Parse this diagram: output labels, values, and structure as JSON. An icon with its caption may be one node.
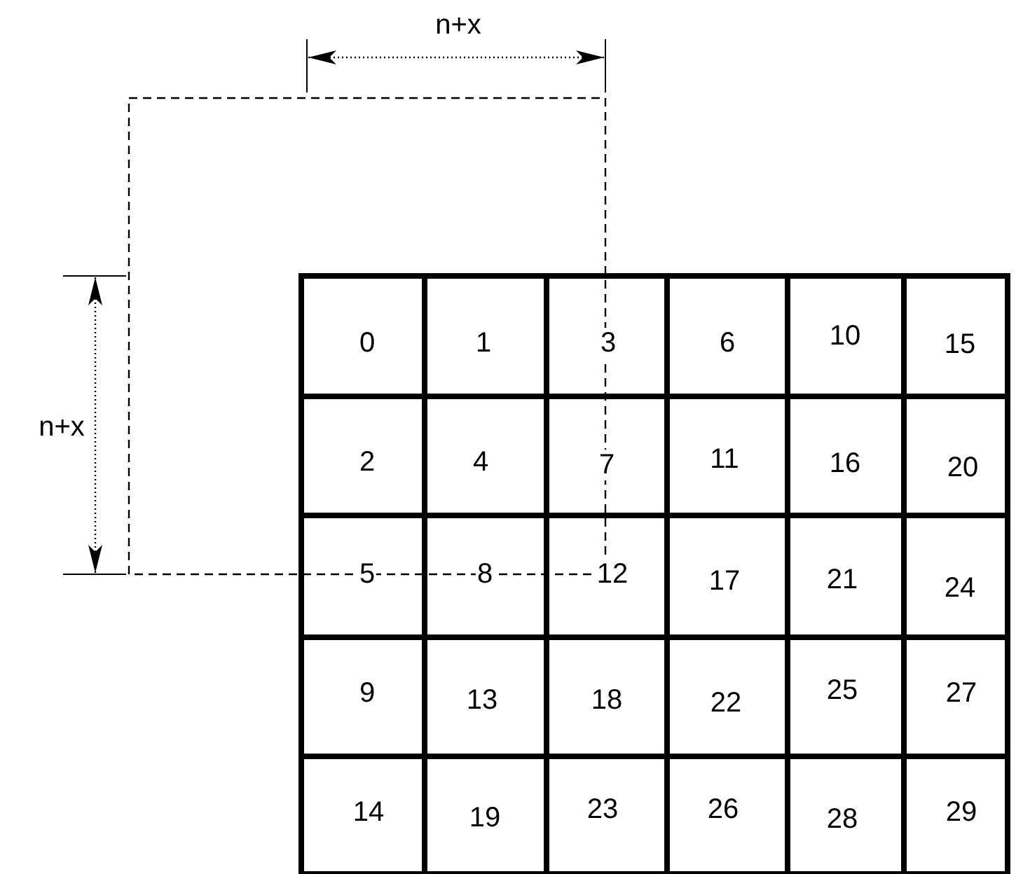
{
  "diagram": {
    "labels": [
      "n+x",
      "n+x",
      "0",
      "1",
      "3",
      "6",
      "10",
      "15",
      "2",
      "4",
      "7",
      "11",
      "16",
      "20",
      "5",
      "8",
      "12",
      "17",
      "21",
      "24",
      "9",
      "13",
      "18",
      "22",
      "25",
      "27",
      "14",
      "19",
      "23",
      "26",
      "28",
      "29"
    ]
  }
}
